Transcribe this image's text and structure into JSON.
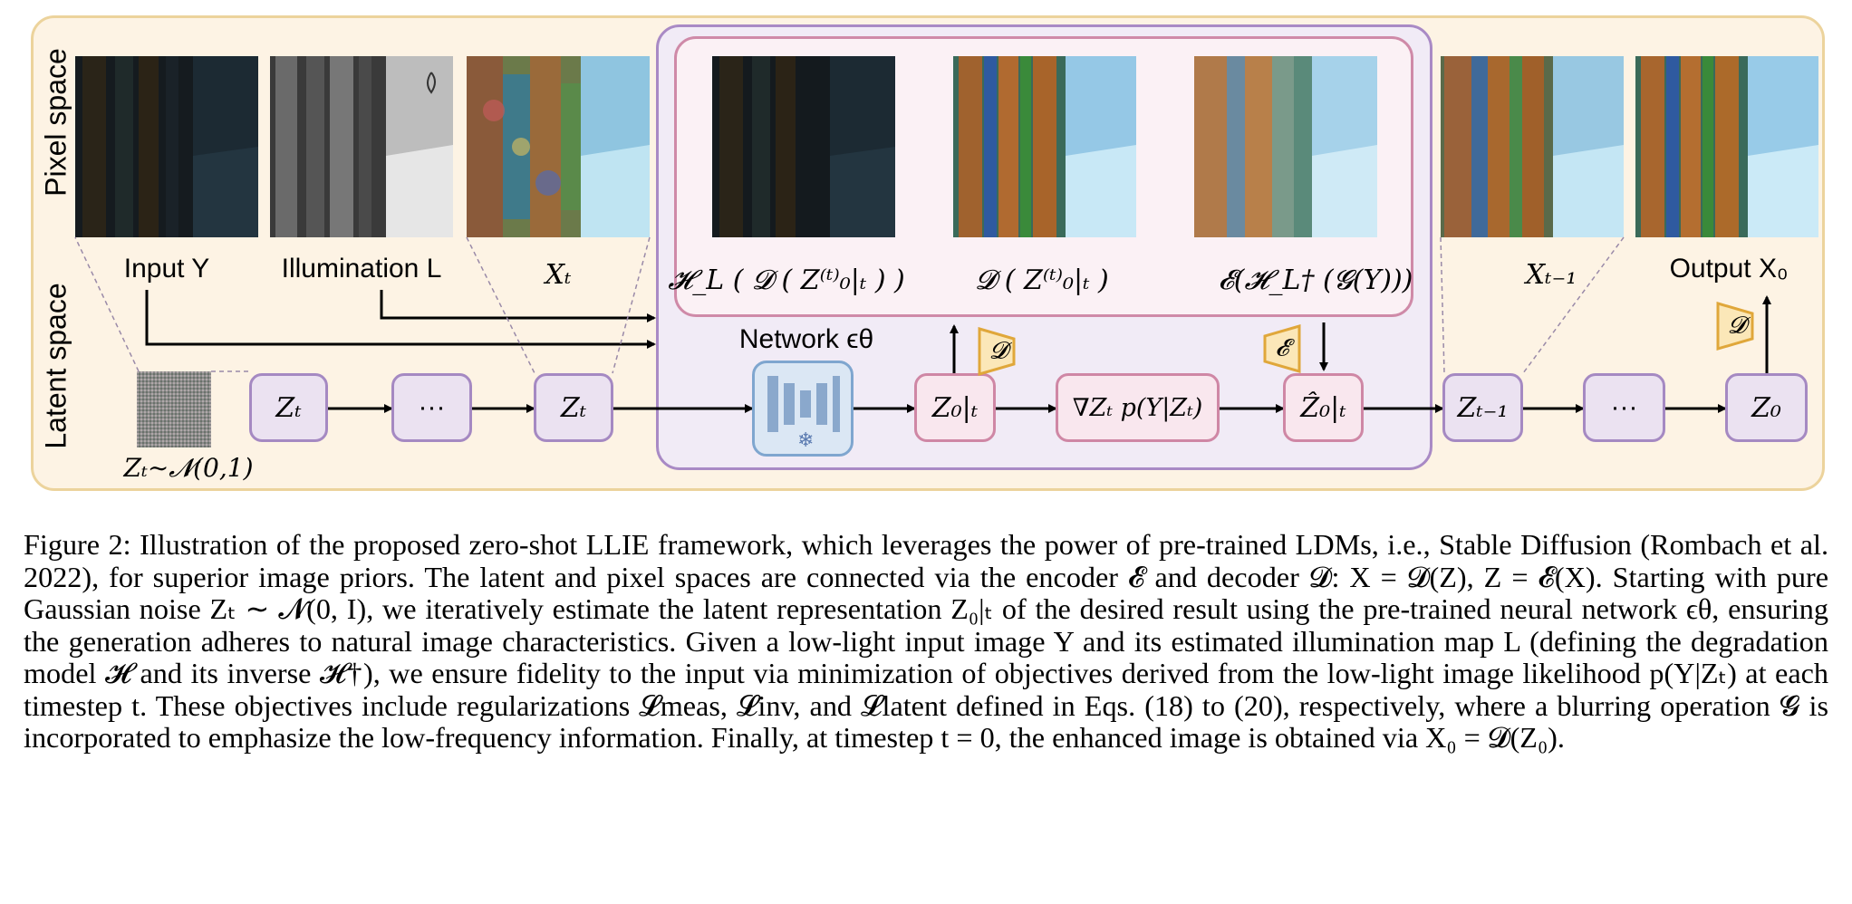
{
  "figure": {
    "axis_labels": {
      "pixel_space": "Pixel space",
      "latent_space": "Latent space"
    },
    "images": {
      "input": "Input Y",
      "illumination": "Illumination L",
      "xt": "Xₜ",
      "h_decode": "𝓗_L ( 𝓓 ( Z⁽ᵗ⁾₀|ₜ ) )",
      "decode": "𝓓 ( Z⁽ᵗ⁾₀|ₜ )",
      "encode": "𝓔(𝓗_L† (𝓖(Y)))",
      "xt_minus_1": "Xₜ₋₁",
      "output": "Output X₀"
    },
    "network_label": "Network ϵθ",
    "noise_label": "Zₜ∼𝓝(0,1)",
    "nodes": {
      "zT": "Zₜ",
      "dots_left": "···",
      "zt": "Zₜ",
      "z0t": "Z₀|ₜ",
      "grad": "∇Zₜ p(Y|Zₜ)",
      "z0t_hat": "Ẑ₀|ₜ",
      "zt_minus_1": "Zₜ₋₁",
      "dots_right": "···",
      "z0": "Z₀"
    },
    "coders": {
      "decoder": "𝓓",
      "encoder": "𝓔"
    },
    "snowflake": "❄"
  },
  "caption": "Figure 2: Illustration of the proposed zero-shot LLIE framework, which leverages the power of pre-trained LDMs, i.e., Stable Diffusion (Rombach et al. 2022), for superior image priors. The latent and pixel spaces are connected via the encoder 𝓔 and decoder 𝓓: X = 𝓓(Z), Z = 𝓔(X). Starting with pure Gaussian noise Zₜ ∼ 𝓝(0, I), we iteratively estimate the latent representation Z₀|ₜ of the desired result using the pre-trained neural network ϵθ, ensuring the generation adheres to natural image characteristics. Given a low-light input image Y and its estimated illumination map L (defining the degradation model 𝓗 and its inverse 𝓗†), we ensure fidelity to the input via minimization of objectives derived from the low-light image likelihood p(Y|Zₜ) at each timestep t. These objectives include regularizations 𝓛meas, 𝓛inv, and 𝓛latent defined in Eqs. (18) to (20), respectively, where a blurring operation 𝓖 is incorporated to emphasize the low-frequency information. Finally, at timestep t = 0, the enhanced image is obtained via X₀ = 𝓓(Z₀)."
}
